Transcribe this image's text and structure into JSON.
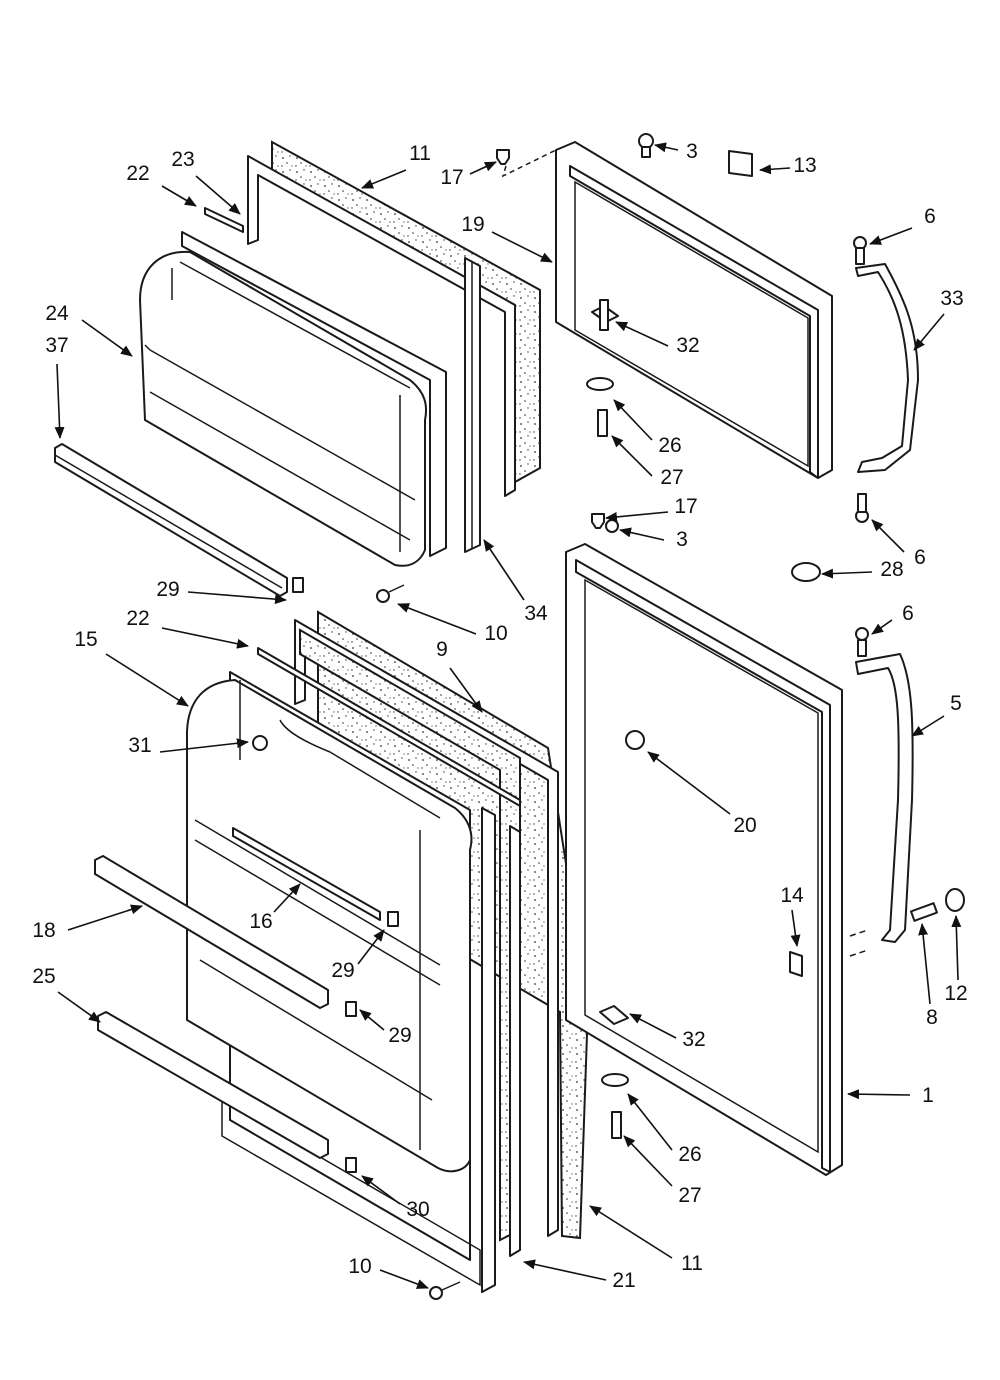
{
  "callouts": [
    {
      "id": "c3a",
      "label": "3"
    },
    {
      "id": "c13",
      "label": "13"
    },
    {
      "id": "c17a",
      "label": "17"
    },
    {
      "id": "c11a",
      "label": "11"
    },
    {
      "id": "c23",
      "label": "23"
    },
    {
      "id": "c22a",
      "label": "22"
    },
    {
      "id": "c19",
      "label": "19"
    },
    {
      "id": "c6a",
      "label": "6"
    },
    {
      "id": "c33",
      "label": "33"
    },
    {
      "id": "c24",
      "label": "24"
    },
    {
      "id": "c37",
      "label": "37"
    },
    {
      "id": "c32a",
      "label": "32"
    },
    {
      "id": "c26a",
      "label": "26"
    },
    {
      "id": "c27a",
      "label": "27"
    },
    {
      "id": "c17b",
      "label": "17"
    },
    {
      "id": "c3b",
      "label": "3"
    },
    {
      "id": "c6b",
      "label": "6"
    },
    {
      "id": "c34",
      "label": "34"
    },
    {
      "id": "c29a",
      "label": "29"
    },
    {
      "id": "c10a",
      "label": "10"
    },
    {
      "id": "c28",
      "label": "28"
    },
    {
      "id": "c22b",
      "label": "22"
    },
    {
      "id": "c6c",
      "label": "6"
    },
    {
      "id": "c15",
      "label": "15"
    },
    {
      "id": "c9",
      "label": "9"
    },
    {
      "id": "c5",
      "label": "5"
    },
    {
      "id": "c31",
      "label": "31"
    },
    {
      "id": "c20",
      "label": "20"
    },
    {
      "id": "c14",
      "label": "14"
    },
    {
      "id": "c18",
      "label": "18"
    },
    {
      "id": "c16",
      "label": "16"
    },
    {
      "id": "c29b",
      "label": "29"
    },
    {
      "id": "c8",
      "label": "8"
    },
    {
      "id": "c12",
      "label": "12"
    },
    {
      "id": "c25",
      "label": "25"
    },
    {
      "id": "c29c",
      "label": "29"
    },
    {
      "id": "c32b",
      "label": "32"
    },
    {
      "id": "c1",
      "label": "1"
    },
    {
      "id": "c26b",
      "label": "26"
    },
    {
      "id": "c27b",
      "label": "27"
    },
    {
      "id": "c30",
      "label": "30"
    },
    {
      "id": "c11b",
      "label": "11"
    },
    {
      "id": "c10b",
      "label": "10"
    },
    {
      "id": "c21",
      "label": "21"
    }
  ]
}
